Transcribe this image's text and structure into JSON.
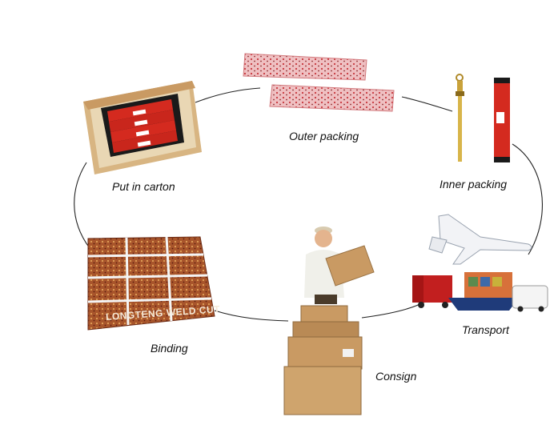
{
  "steps": {
    "outer_packing": "Outer packing",
    "inner_packing": "Inner packing",
    "put_in_carton": "Put in carton",
    "binding": "Binding",
    "consign": "Consign",
    "transport": "Transport"
  },
  "bundle_print": "LONGTENG WELD CUT",
  "colors": {
    "package_red": "#d42a1f",
    "wrap_pink": "#e9a3a5",
    "cardboard": "#c99a63",
    "cycle_line": "#222222"
  }
}
